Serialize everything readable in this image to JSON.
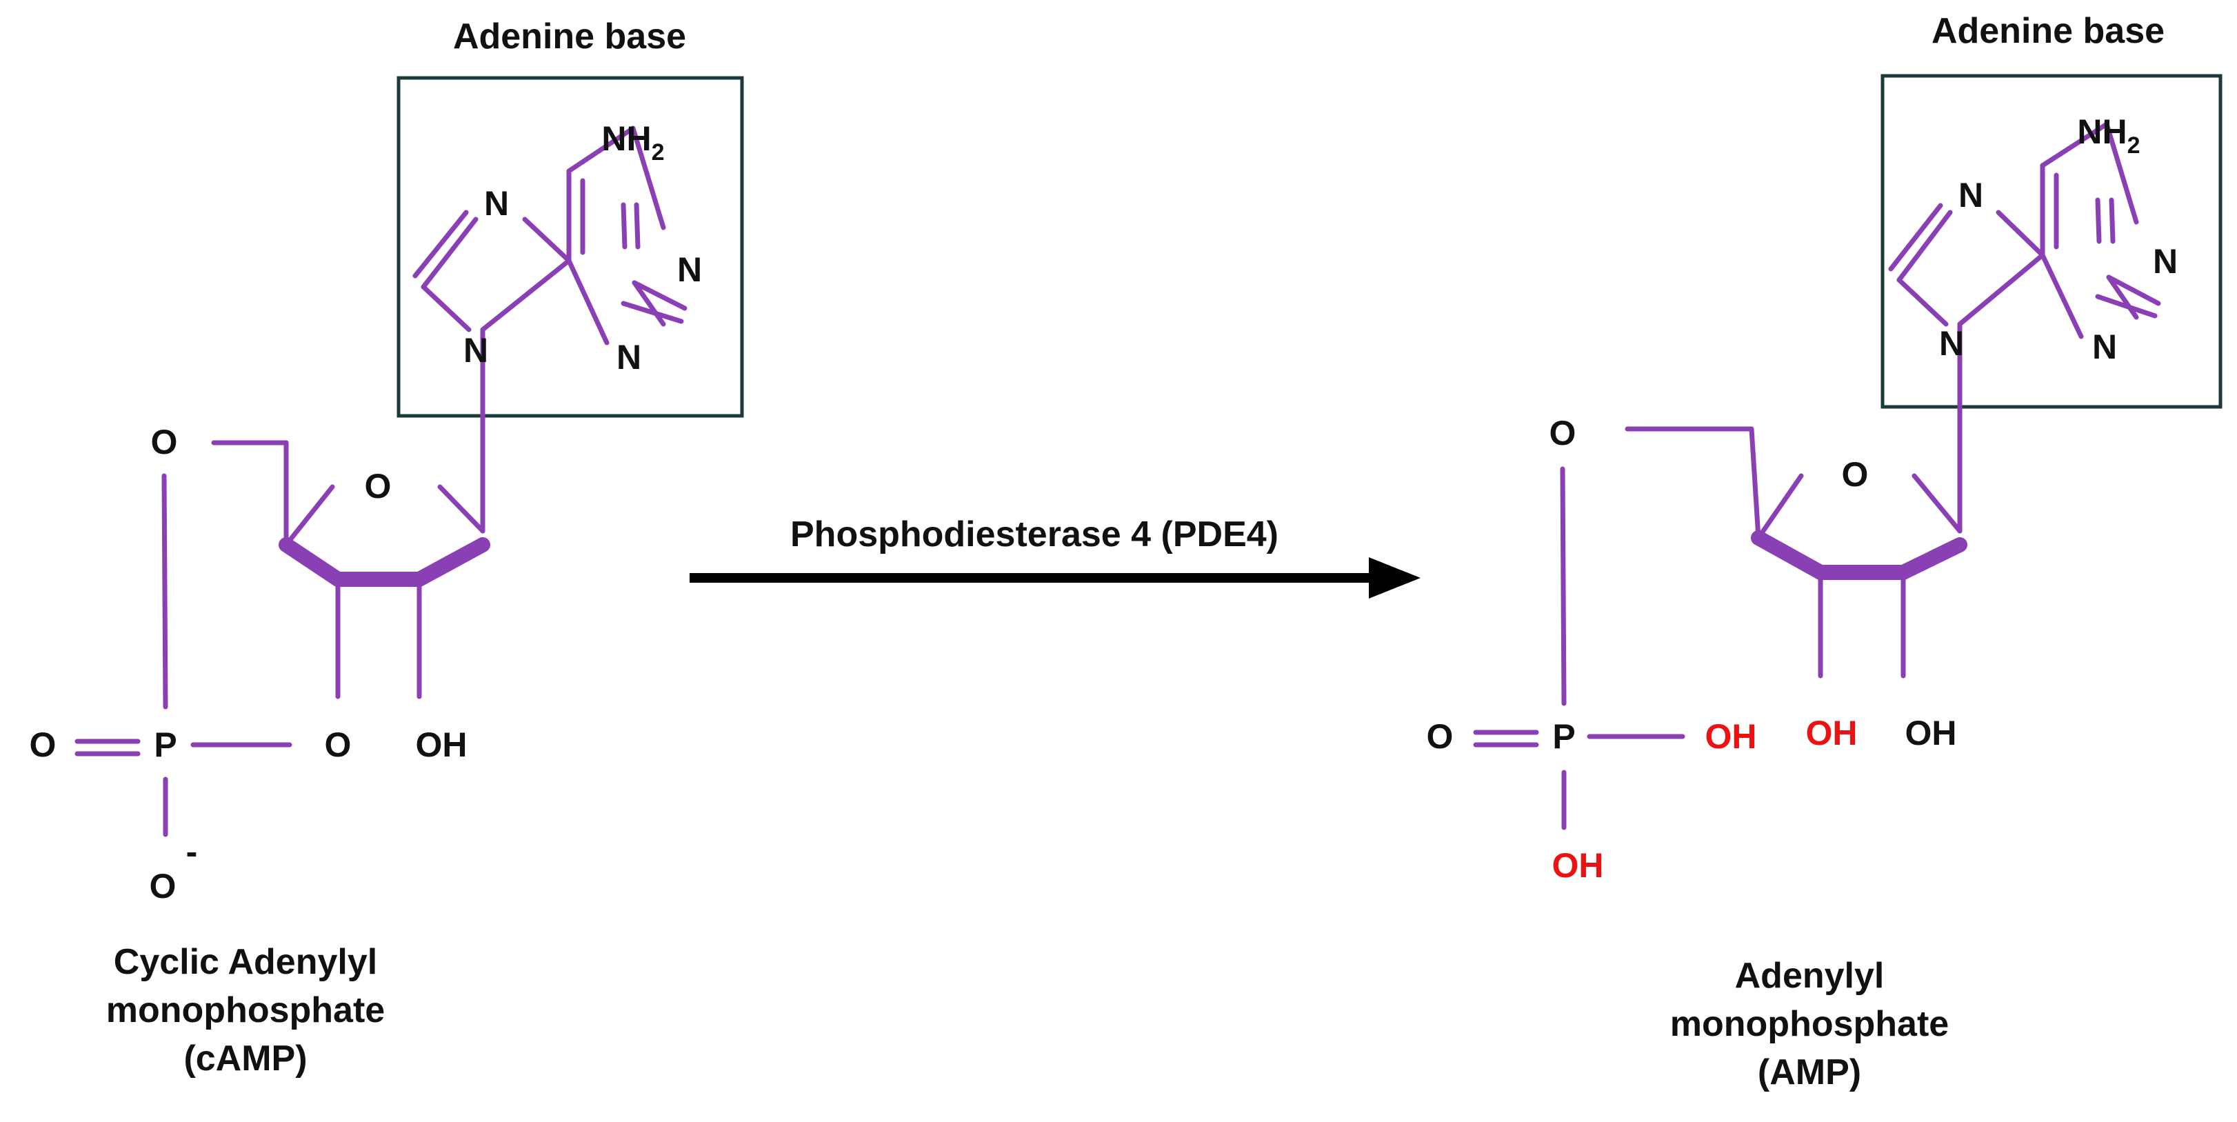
{
  "colors": {
    "bond": "#8b3fb5",
    "text": "#111111",
    "highlight": "#ee1111",
    "box": "#1b3a3a",
    "arrow": "#000000"
  },
  "left": {
    "box_label": "Adenine base",
    "atoms": {
      "nh2_main": "NH",
      "nh2_sub": "2",
      "n7": "N",
      "n1": "N",
      "n3": "N",
      "n9": "N",
      "ring_o": "O",
      "o5": "O",
      "o3": "O",
      "oh2": "OH",
      "p": "P",
      "o_double": "O",
      "o_minus": "O",
      "minus": "-"
    },
    "name_lines": [
      "Cyclic Adenylyl",
      "monophosphate",
      "(cAMP)"
    ]
  },
  "arrow": {
    "label": "Phosphodiesterase 4 (PDE4)"
  },
  "right": {
    "box_label": "Adenine base",
    "atoms": {
      "nh2_main": "NH",
      "nh2_sub": "2",
      "n7": "N",
      "n1": "N",
      "n3": "N",
      "n9": "N",
      "ring_o": "O",
      "o5": "O",
      "p": "P",
      "o_double": "O",
      "oh_p": "OH",
      "oh_p_bottom": "OH",
      "oh3": "OH",
      "oh2": "OH"
    },
    "name_lines": [
      "Adenylyl",
      "monophosphate",
      "(AMP)"
    ]
  }
}
